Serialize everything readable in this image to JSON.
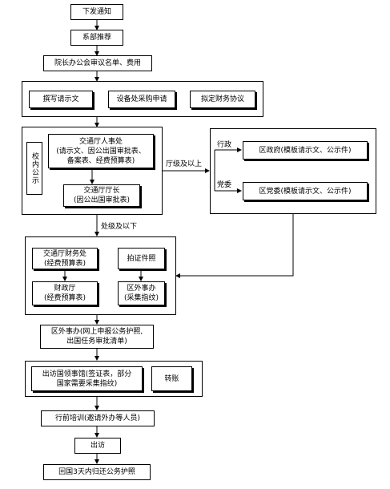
{
  "steps": {
    "s1": "下发通知",
    "s2": "系部推荐",
    "s3": "院长办公会审议名单、费用",
    "s4a": "撰写请示文",
    "s4b": "设备处采购申请",
    "s4c": "拟定财务协议",
    "s5_side": "校内公示",
    "s5a": "交通厅人事处\n(请示文、因公出国审批表、\n备案表、经费预算表)",
    "s5b": "交通厅厅长\n(因公出国审批表)",
    "r_label1": "行政",
    "r_box1": "区政府(模板请示文、公示件)",
    "r_label2": "党委",
    "r_box2": "区党委(模板请示文、公示件)",
    "edge_right": "厅级及以上",
    "edge_down": "处级及以下",
    "s6a": "交通厅财务处\n(经费预算表)",
    "s6b": "拍证件照",
    "s6c": "财政厅\n(经费预算表)",
    "s6d": "区外事办\n(采集指纹)",
    "s7": "区外事办(网上申报公务护照,\n出国任务审批清单)",
    "s8a": "出访国领事馆(签证表，部分\n国家需要采集指纹)",
    "s8b": "转账",
    "s9": "行前培训(邀请外办等人员)",
    "s10": "出访",
    "s11": "回国3天内归还公务护照"
  }
}
